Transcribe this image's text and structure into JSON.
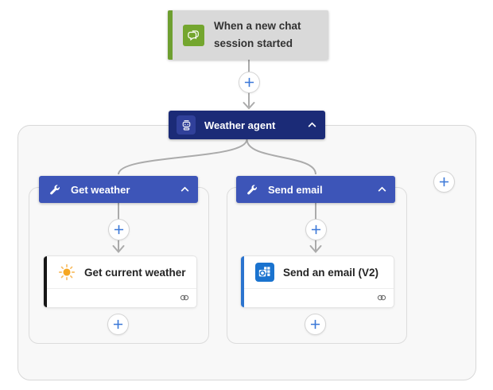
{
  "trigger": {
    "label": "When a new chat session started",
    "icon": "chat-session-icon",
    "accent_color": "#6E9F30"
  },
  "agent": {
    "label": "Weather agent",
    "icon": "bot-icon",
    "color": "#1B2B77",
    "collapse_icon": "chevron-up-icon"
  },
  "tools": [
    {
      "header": "Get weather",
      "icon": "wrench-icon",
      "color": "#3D55B8",
      "collapse_icon": "chevron-up-icon",
      "action": {
        "label": "Get current weather",
        "icon": "sun-icon",
        "accent_color": "#161616",
        "footer_icon": "connection-icon"
      }
    },
    {
      "header": "Send email",
      "icon": "wrench-icon",
      "color": "#3D55B8",
      "collapse_icon": "chevron-up-icon",
      "action": {
        "label": "Send an email (V2)",
        "icon": "outlook-icon",
        "accent_color": "#2B74CF",
        "footer_icon": "connection-icon"
      }
    }
  ],
  "colors": {
    "plus_accent": "#3B78D8",
    "connector": "#ABABAB",
    "panel_background": "#F8F8F8",
    "trigger_background": "#D9D9D9",
    "sun_orange": "#F6A722",
    "outlook_blue": "#1A73CF"
  }
}
